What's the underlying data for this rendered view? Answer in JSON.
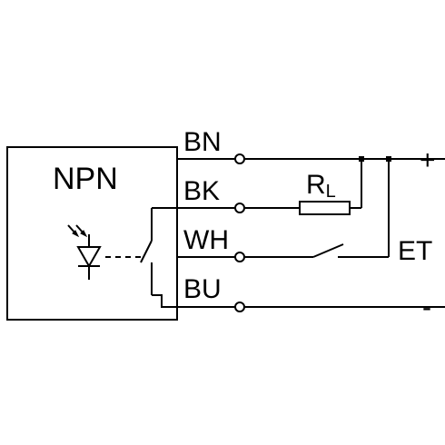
{
  "device": {
    "type_label": "NPN"
  },
  "wires": [
    {
      "code": "BN"
    },
    {
      "code": "BK"
    },
    {
      "code": "WH"
    },
    {
      "code": "BU"
    }
  ],
  "load": {
    "symbol": "R",
    "subscript": "L"
  },
  "external": {
    "label": "ET"
  },
  "supply": {
    "plus": "+",
    "minus": "-"
  },
  "icons": [
    "phototransistor-icon",
    "switch-icon",
    "resistor-icon"
  ]
}
